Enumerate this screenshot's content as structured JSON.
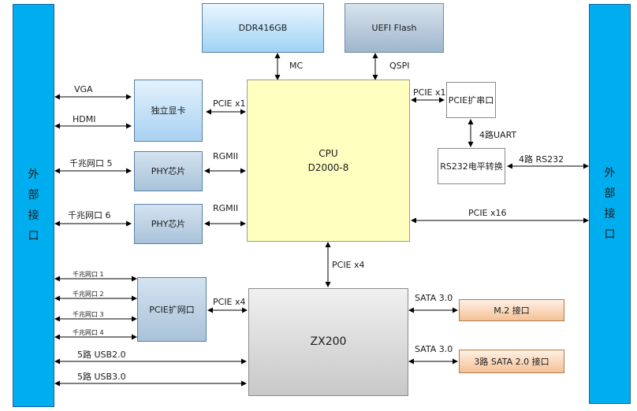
{
  "rails": {
    "left": [
      "外",
      "部",
      "接",
      "口"
    ],
    "right": [
      "外",
      "部",
      "接",
      "口"
    ]
  },
  "blocks": {
    "ddr": [
      "DDR4",
      "16GB"
    ],
    "flash": "UEFI Flash",
    "gpu": "独立显卡",
    "phy1": "PHY芯片",
    "phy2": "PHY芯片",
    "cpu": [
      "CPU",
      "D2000-8"
    ],
    "pcie_uart": [
      "PCIE",
      "扩串口"
    ],
    "rs232": [
      "RS232",
      "电平转换"
    ],
    "pcie_nic": "PCIE扩网口",
    "zx200": "ZX200",
    "m2": "M.2 接口",
    "sata": "3路  SATA 2.0 接口"
  },
  "labels": {
    "mc": "MC",
    "qspi": "QSPI",
    "vga": "VGA",
    "hdmi": "HDMI",
    "gpu_pcie": "PCIE x1",
    "uart_pcie": "PCIE x1",
    "uart4": "4路UART",
    "rs232_4": "4路   RS232",
    "eth5": "千兆网口 5",
    "eth6": "千兆网口 6",
    "rgmii1": "RGMII",
    "rgmii2": "RGMII",
    "pcie16": "PCIE x16",
    "pcie4_vert": "PCIE x4",
    "nic_pcie": "PCIE x4",
    "eth1": "千兆网口 1",
    "eth2": "千兆网口 2",
    "eth3": "千兆网口 3",
    "eth4": "千兆网口 4",
    "usb2": "5路  USB2.0",
    "usb3": "5路  USB3.0",
    "sata30_1": "SATA 3.0",
    "sata30_2": "SATA 3.0"
  }
}
